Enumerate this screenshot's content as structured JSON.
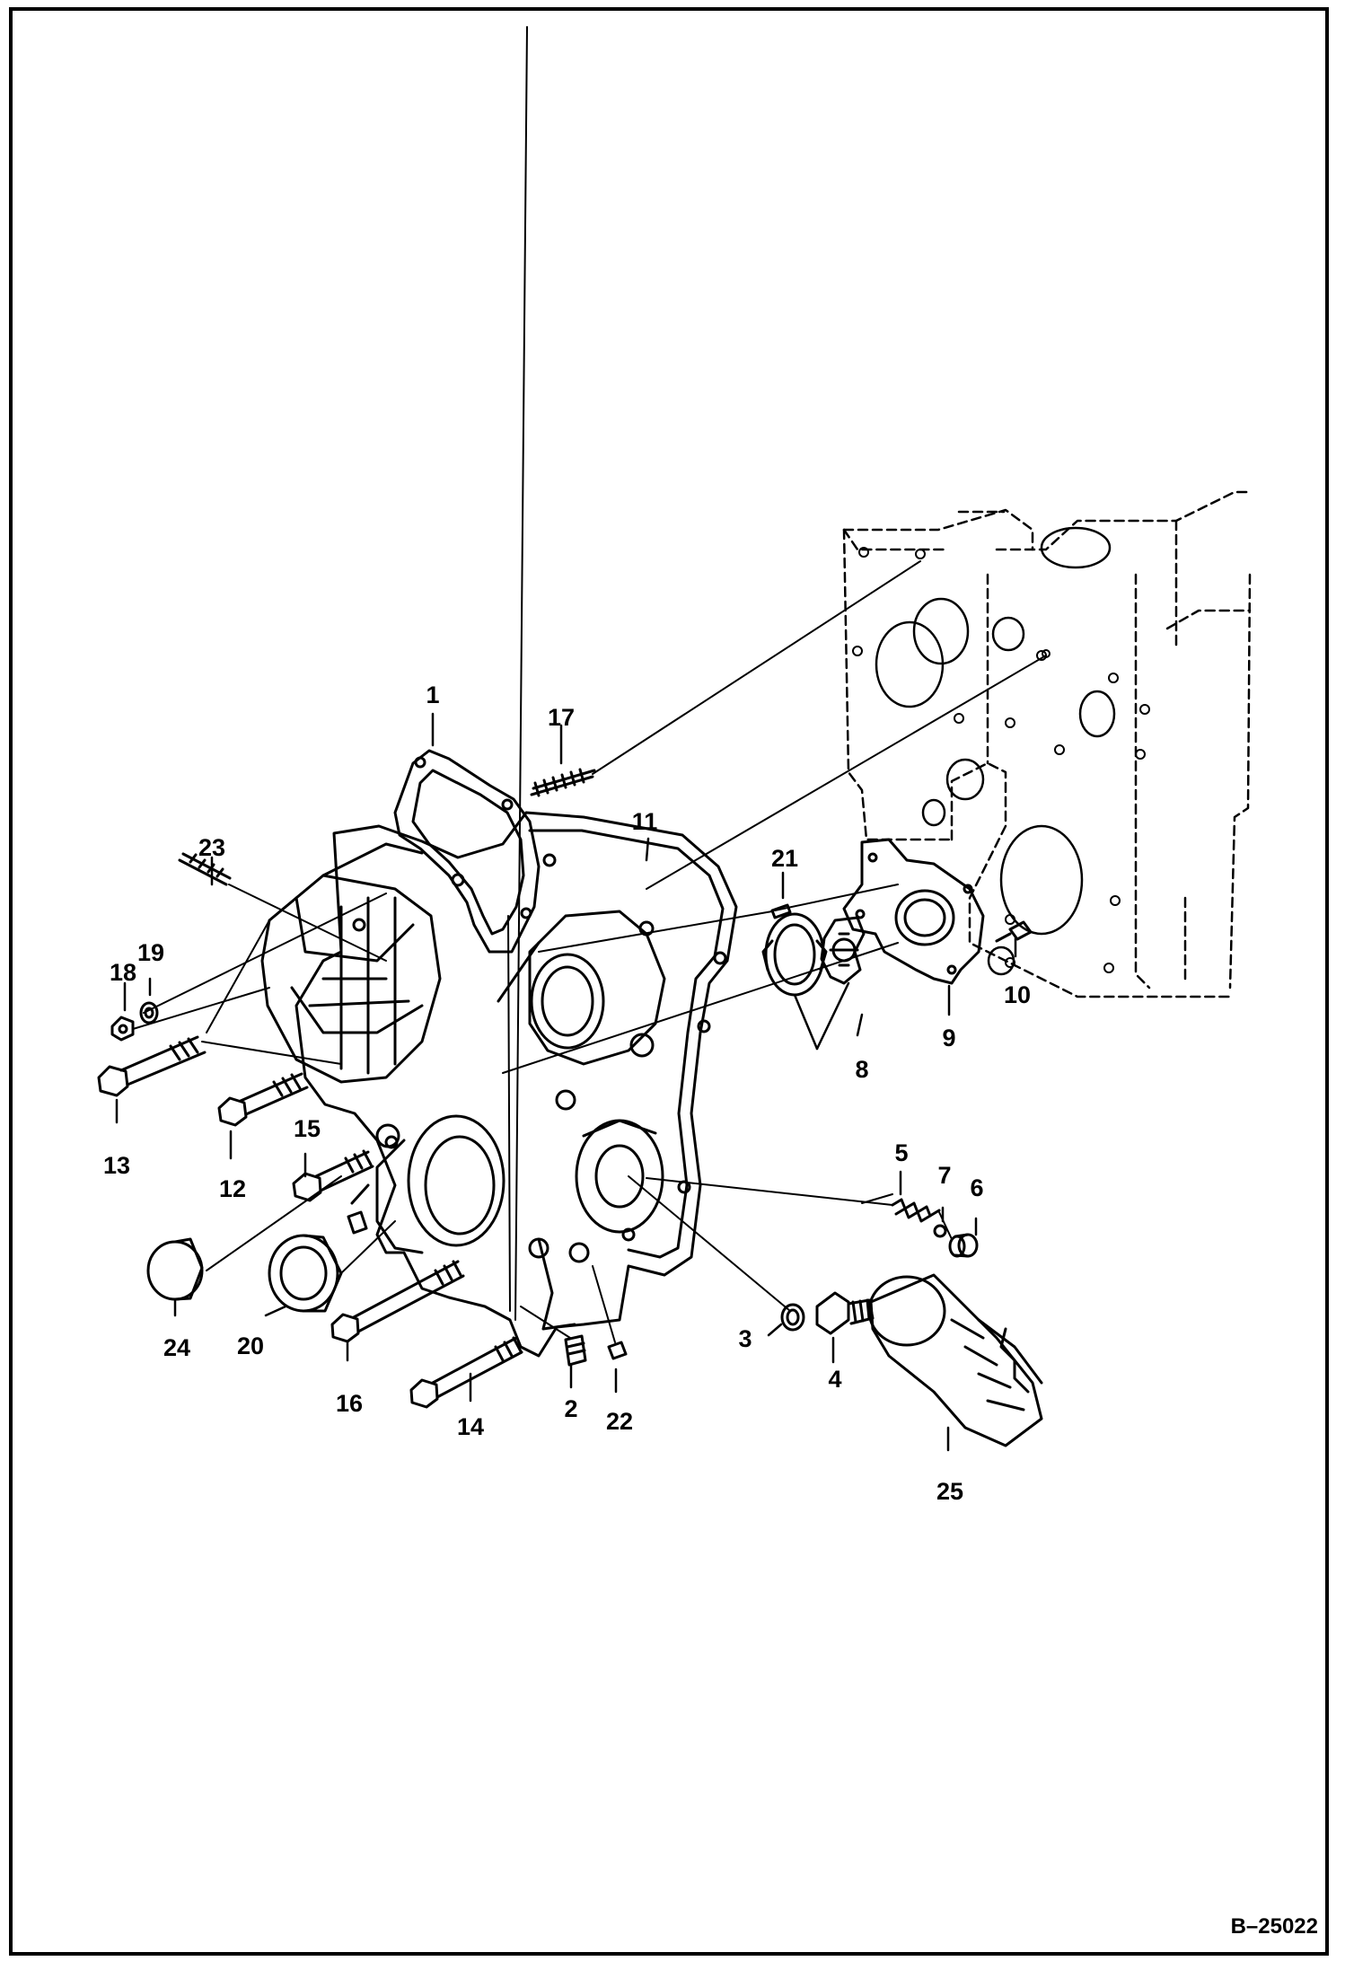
{
  "figure": {
    "id": "B–25022"
  },
  "callouts": {
    "c1": "1",
    "c2": "2",
    "c3": "3",
    "c4": "4",
    "c5": "5",
    "c6": "6",
    "c7": "7",
    "c8": "8",
    "c9": "9",
    "c10": "10",
    "c11": "11",
    "c12": "12",
    "c13": "13",
    "c14": "14",
    "c15": "15",
    "c16": "16",
    "c17": "17",
    "c18": "18",
    "c19": "19",
    "c20": "20",
    "c21": "21",
    "c22": "22",
    "c23": "23",
    "c24": "24",
    "c25": "25"
  }
}
